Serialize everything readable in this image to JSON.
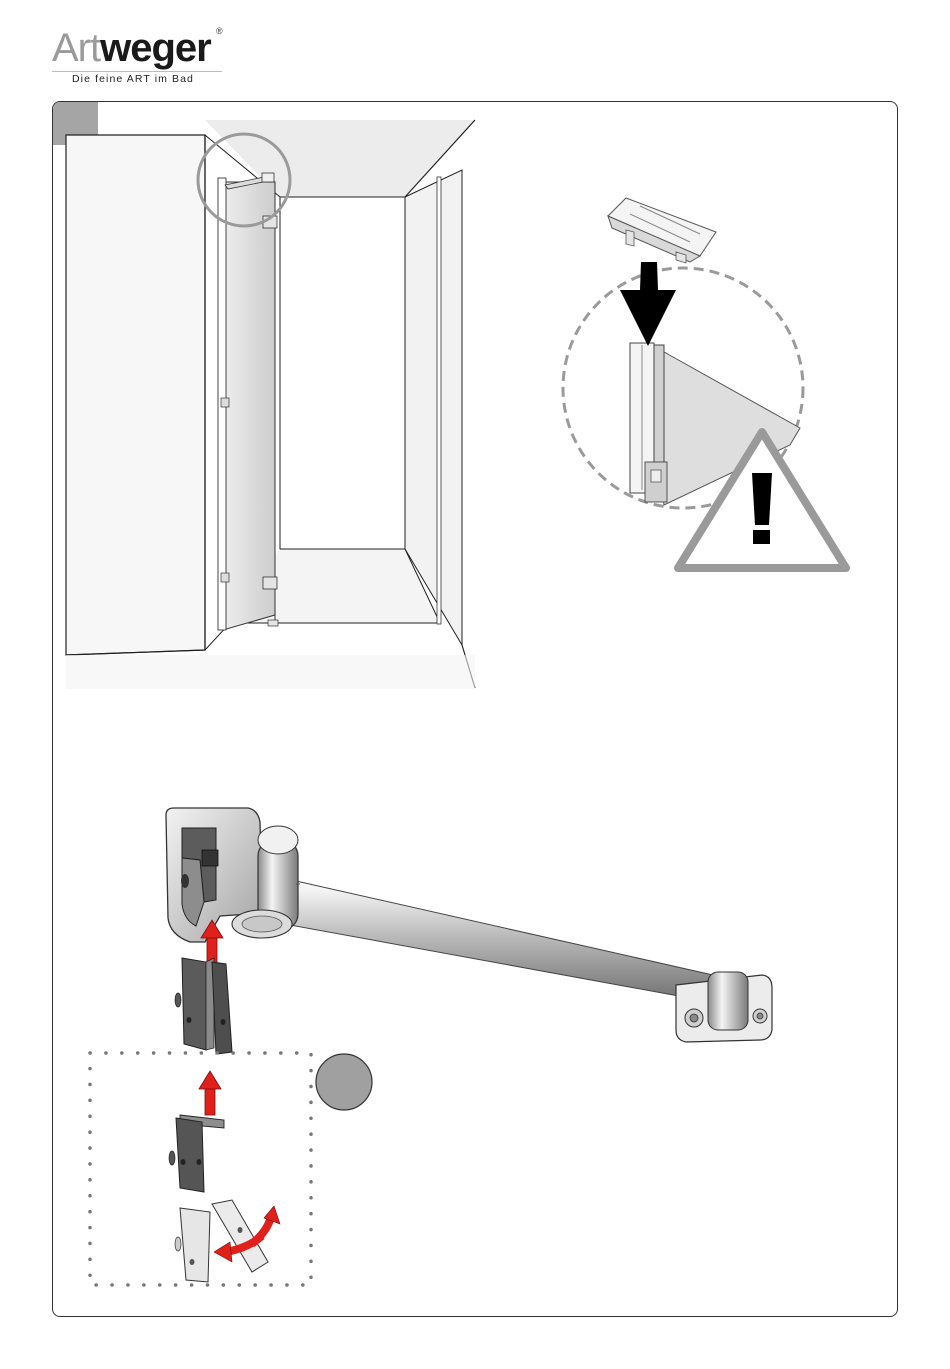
{
  "brand": {
    "name_light": "Art",
    "name_bold": "weger",
    "registered_mark": "®",
    "tagline": "Die feine ART im Bad"
  },
  "icons": {
    "warning": "warning-triangle-icon",
    "arrows": "red-arrow-icon"
  },
  "colors": {
    "arrow_red": "#e0201b",
    "step_badge": "#a5a5a5",
    "frame": "#333333"
  }
}
